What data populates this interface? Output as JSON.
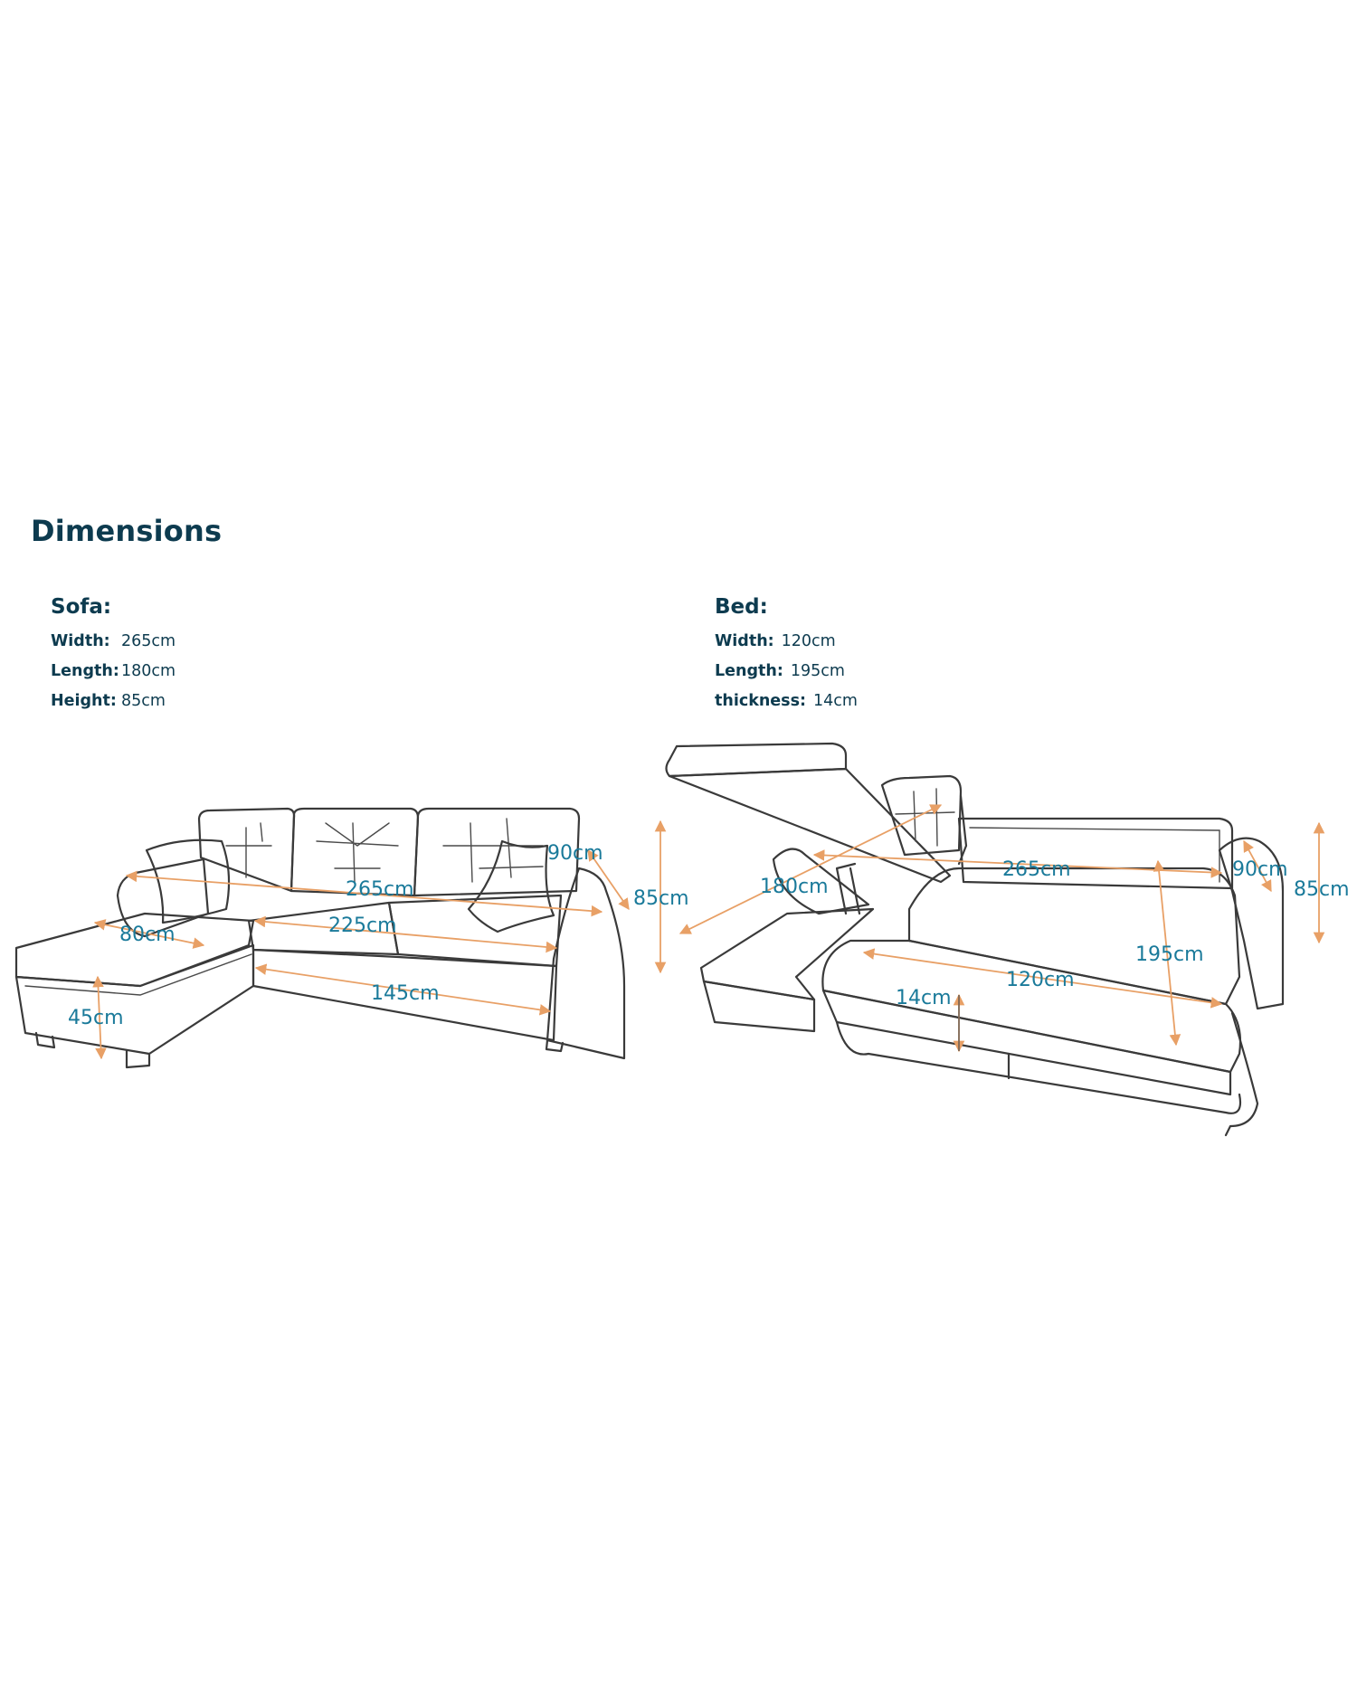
{
  "title": "Dimensions",
  "sofa": {
    "heading": "Sofa:",
    "specs": [
      {
        "label": "Width:",
        "value": "265cm"
      },
      {
        "label": "Length:",
        "value": "180cm"
      },
      {
        "label": "Height:",
        "value": "85cm"
      }
    ]
  },
  "bed": {
    "heading": "Bed:",
    "specs": [
      {
        "label": "Width:",
        "value": "120cm"
      },
      {
        "label": "Length:",
        "value": "195cm"
      },
      {
        "label": "thickness:",
        "value": "14cm"
      }
    ]
  },
  "sofa_dims": [
    "265cm",
    "90cm",
    "85cm",
    "225cm",
    "80cm",
    "145cm",
    "45cm"
  ],
  "bed_dims": [
    "180cm",
    "265cm",
    "90cm",
    "85cm",
    "195cm",
    "120cm",
    "14cm"
  ],
  "colors": {
    "heading": "#0d3b4f",
    "dimension_text": "#1a7a9a",
    "dimension_line": "#e8a066",
    "outline": "#3a3a3a"
  }
}
